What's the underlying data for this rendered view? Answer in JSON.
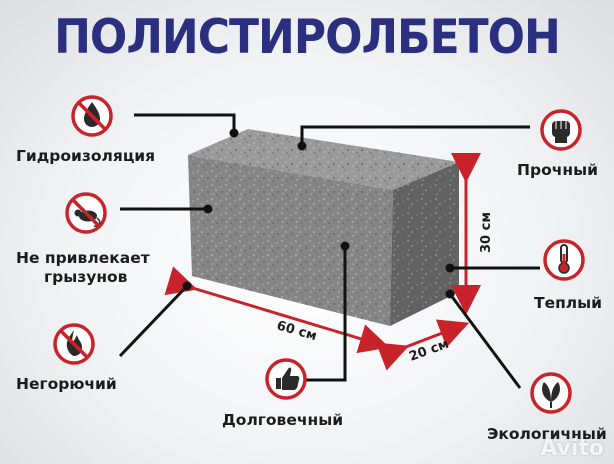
{
  "title": "ПОЛИСТИРОЛБЕТОН",
  "features": {
    "waterproof": "Гидроизоляция",
    "rodents_line1": "Не привлекает",
    "rodents_line2": "грызунов",
    "fireproof": "Негорючий",
    "durable": "Долговечный",
    "strong": "Прочный",
    "warm": "Теплый",
    "eco": "Экологичный"
  },
  "dimensions": {
    "length": "60 см",
    "width": "20 см",
    "height": "30 см"
  },
  "watermark": "Avito",
  "colors": {
    "title": "#2b2f80",
    "accent_red": "#c8232a",
    "leader_line": "#111111"
  }
}
